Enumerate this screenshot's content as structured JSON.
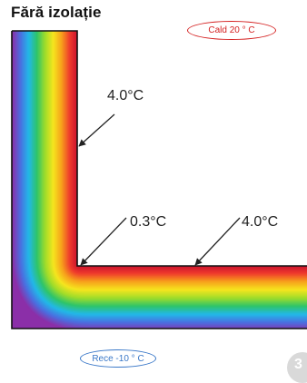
{
  "title": "Fără izolație",
  "warm_side": {
    "label": "Cald 20 ° C",
    "color": "#d42020"
  },
  "cold_side": {
    "label": "Rece -10 ° C",
    "color": "#3a78c8"
  },
  "temperature_labels": {
    "wall": "4.0°C",
    "corner": "0.3°C",
    "floor": "4.0°C"
  },
  "gradient_colors": [
    "#8b2fa8",
    "#4a6fe0",
    "#22b8e8",
    "#2ec46a",
    "#9fdc2a",
    "#f5e51e",
    "#f7a21b",
    "#ef3b2c",
    "#c8102e"
  ],
  "page_mark": "3"
}
